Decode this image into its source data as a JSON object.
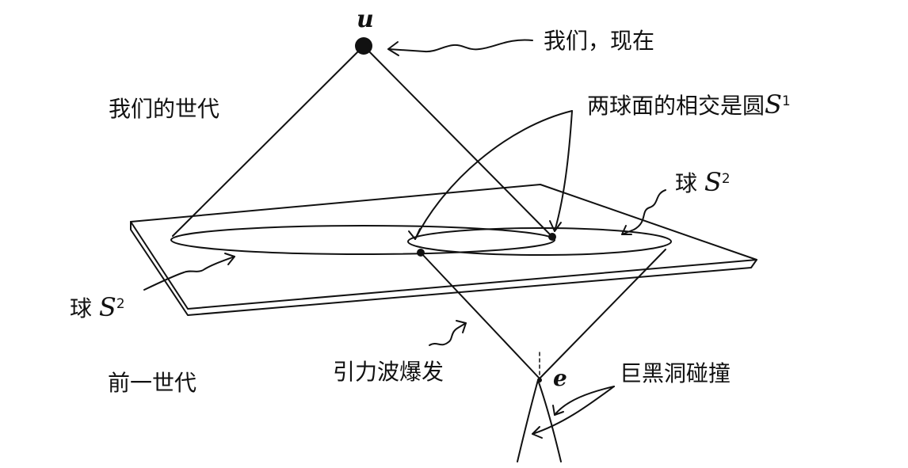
{
  "labels": {
    "event_u": "u",
    "we_now": "我们，现在",
    "our_generation": "我们的世代",
    "intersection_circle_text": "两球面的相交是圆",
    "sphere_s": "S",
    "sphere_exp": "2",
    "circle_exp": "1",
    "sphere_prefix": "球",
    "previous_generation": "前一世代",
    "gw_burst": "引力波爆发",
    "event_e": "e",
    "bh_collision": "巨黑洞碰撞"
  }
}
